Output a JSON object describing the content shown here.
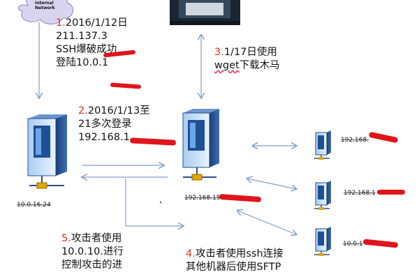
{
  "cloud": {
    "label_line1": "Internal",
    "label_line2": "Network"
  },
  "steps": {
    "step1": {
      "num": "1.",
      "line1": "2016/1/12日",
      "line2": "211.137.3",
      "line3": "SSH爆破成功",
      "line4": "登陆10.0.1"
    },
    "step2": {
      "num": "2.",
      "line1": "2016/1/13至",
      "line2": "21多次登录",
      "line3": "192.168.1"
    },
    "step3": {
      "num": "3.",
      "line1": "1/17日使用",
      "line2_a": "wget",
      "line2_b": "下载木马"
    },
    "step4": {
      "num": "4.",
      "line1": "攻击者使用ssh连接",
      "line2": "其他机器后使用SFTP"
    },
    "step5": {
      "num": "5.",
      "line1": "攻击者使用",
      "line2": "10.0.10.",
      "line2_b": "进行",
      "line3": "控制攻击的进"
    }
  },
  "hosts": {
    "left_ip": "10.0.16.24",
    "center_ip": "192.168.15",
    "right1_ip": "192.168.",
    "right2_ip": "192.168.1",
    "right3_ip": "10.0.1"
  },
  "colors": {
    "arrow": "#7f9fc8",
    "redact": "#e0141b",
    "step_number": "#d6322a"
  }
}
